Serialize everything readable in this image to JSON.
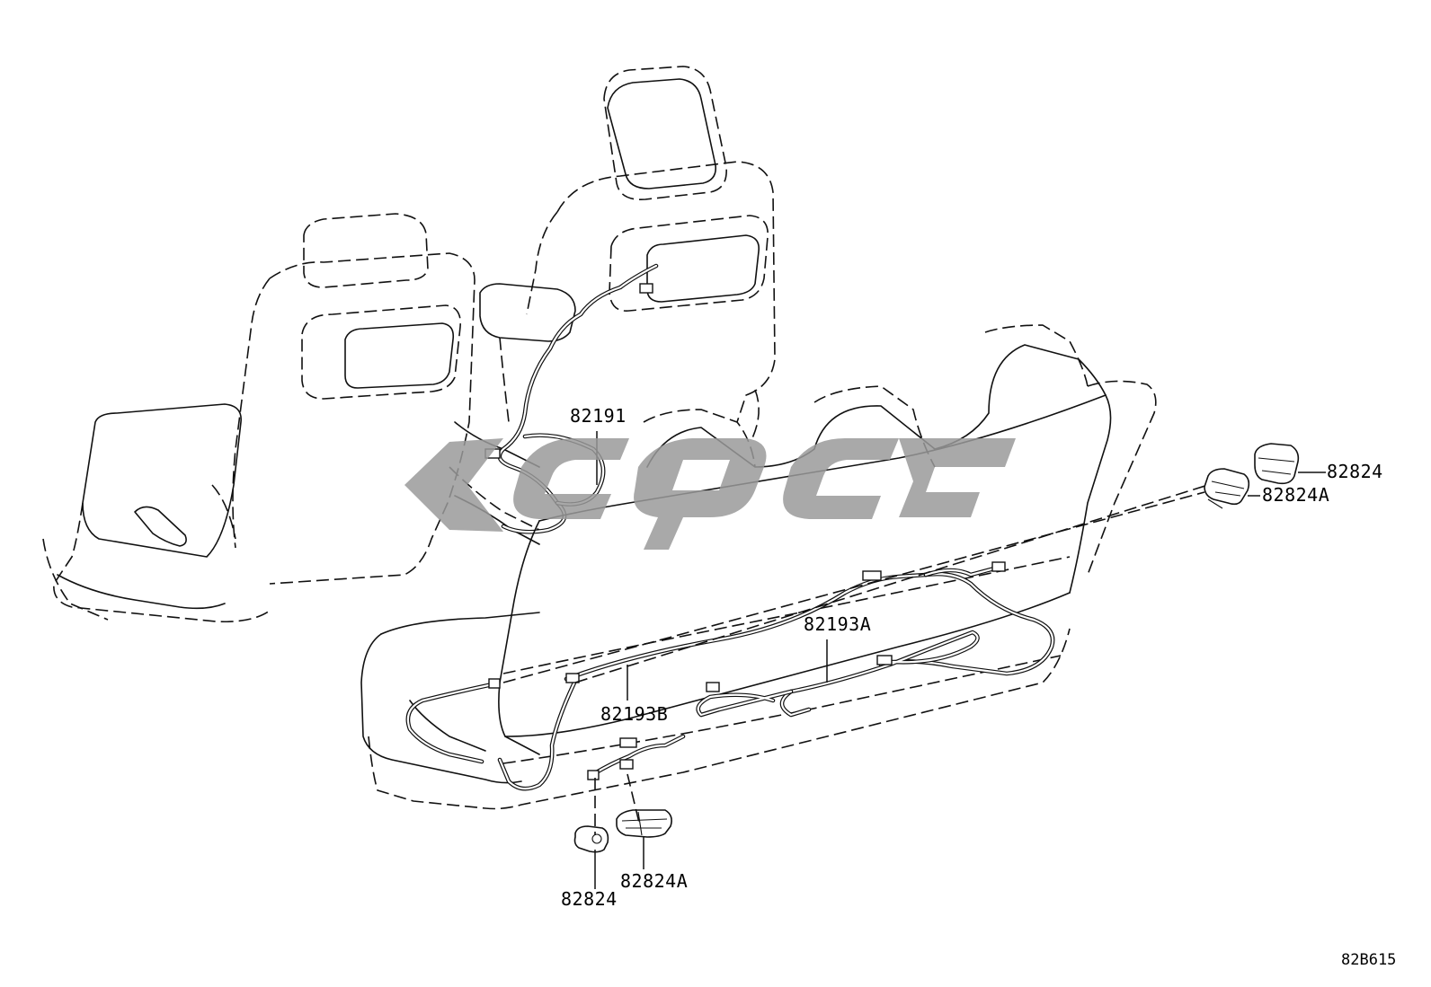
{
  "diagram": {
    "reference_code": "82B615",
    "callouts": [
      {
        "id": "82191",
        "text": "82191"
      },
      {
        "id": "82193A",
        "text": "82193A"
      },
      {
        "id": "82193B",
        "text": "82193B"
      },
      {
        "id": "82824-top",
        "text": "82824"
      },
      {
        "id": "82824A-top",
        "text": "82824A"
      },
      {
        "id": "82824-bottom",
        "text": "82824"
      },
      {
        "id": "82824A-bottom",
        "text": "82824A"
      }
    ]
  }
}
